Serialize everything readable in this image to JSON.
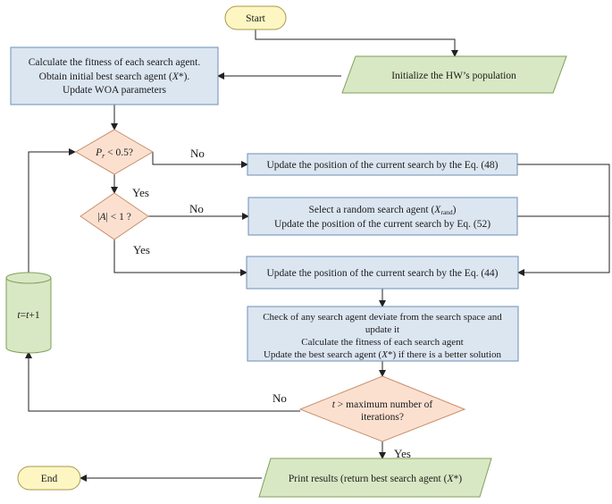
{
  "nodes": {
    "start": "Start",
    "init": "Initialize the HW’s population",
    "calc": {
      "line1": "Calculate the fitness of each search agent.",
      "line2_pre": "Obtain initial best search agent (",
      "line2_var": "X",
      "line2_post": "*).",
      "line3": "Update WOA parameters"
    },
    "dec1": {
      "var": "P",
      "sub": "r",
      "rest": " < 0.5?"
    },
    "upd48": "Update the position of the current search by the Eq. (48)",
    "dec2": {
      "pre": "|",
      "var": "A",
      "post": "| < 1 ?"
    },
    "rand": {
      "line1_pre": "Select a random search agent (",
      "line1_var": "X",
      "line1_sub": "rand",
      "line1_post": ")",
      "line2": "Update the position of the current search by Eq. (52)"
    },
    "upd44": "Update the position of the current search by the Eq. (44)",
    "counter": {
      "var1": "t",
      "mid": "=",
      "var2": "t",
      "post": "+1"
    },
    "check": {
      "line1": "Check of any search agent deviate from the search space and",
      "line2": "update it",
      "line3": "Calculate the fitness of each search agent",
      "line4_pre": "Update the best search agent (",
      "line4_var": "X",
      "line4_post": "*) if there is a better solution"
    },
    "dec3": {
      "var": "t",
      "line1_rest": " > maximum number of",
      "line2": "iterations?"
    },
    "print": {
      "pre": "Print results (return best search agent (",
      "var": "X",
      "post": "*)"
    },
    "end": "End"
  },
  "edges": {
    "no1": "No",
    "yes1": "Yes",
    "no2": "No",
    "yes2": "Yes",
    "no3": "No",
    "yes3": "Yes"
  },
  "colors": {
    "process_fill": "#dce6f1",
    "io_fill": "#d9e8c4",
    "decision_fill": "#fbe0d0",
    "terminal_fill": "#fdf6c3"
  }
}
